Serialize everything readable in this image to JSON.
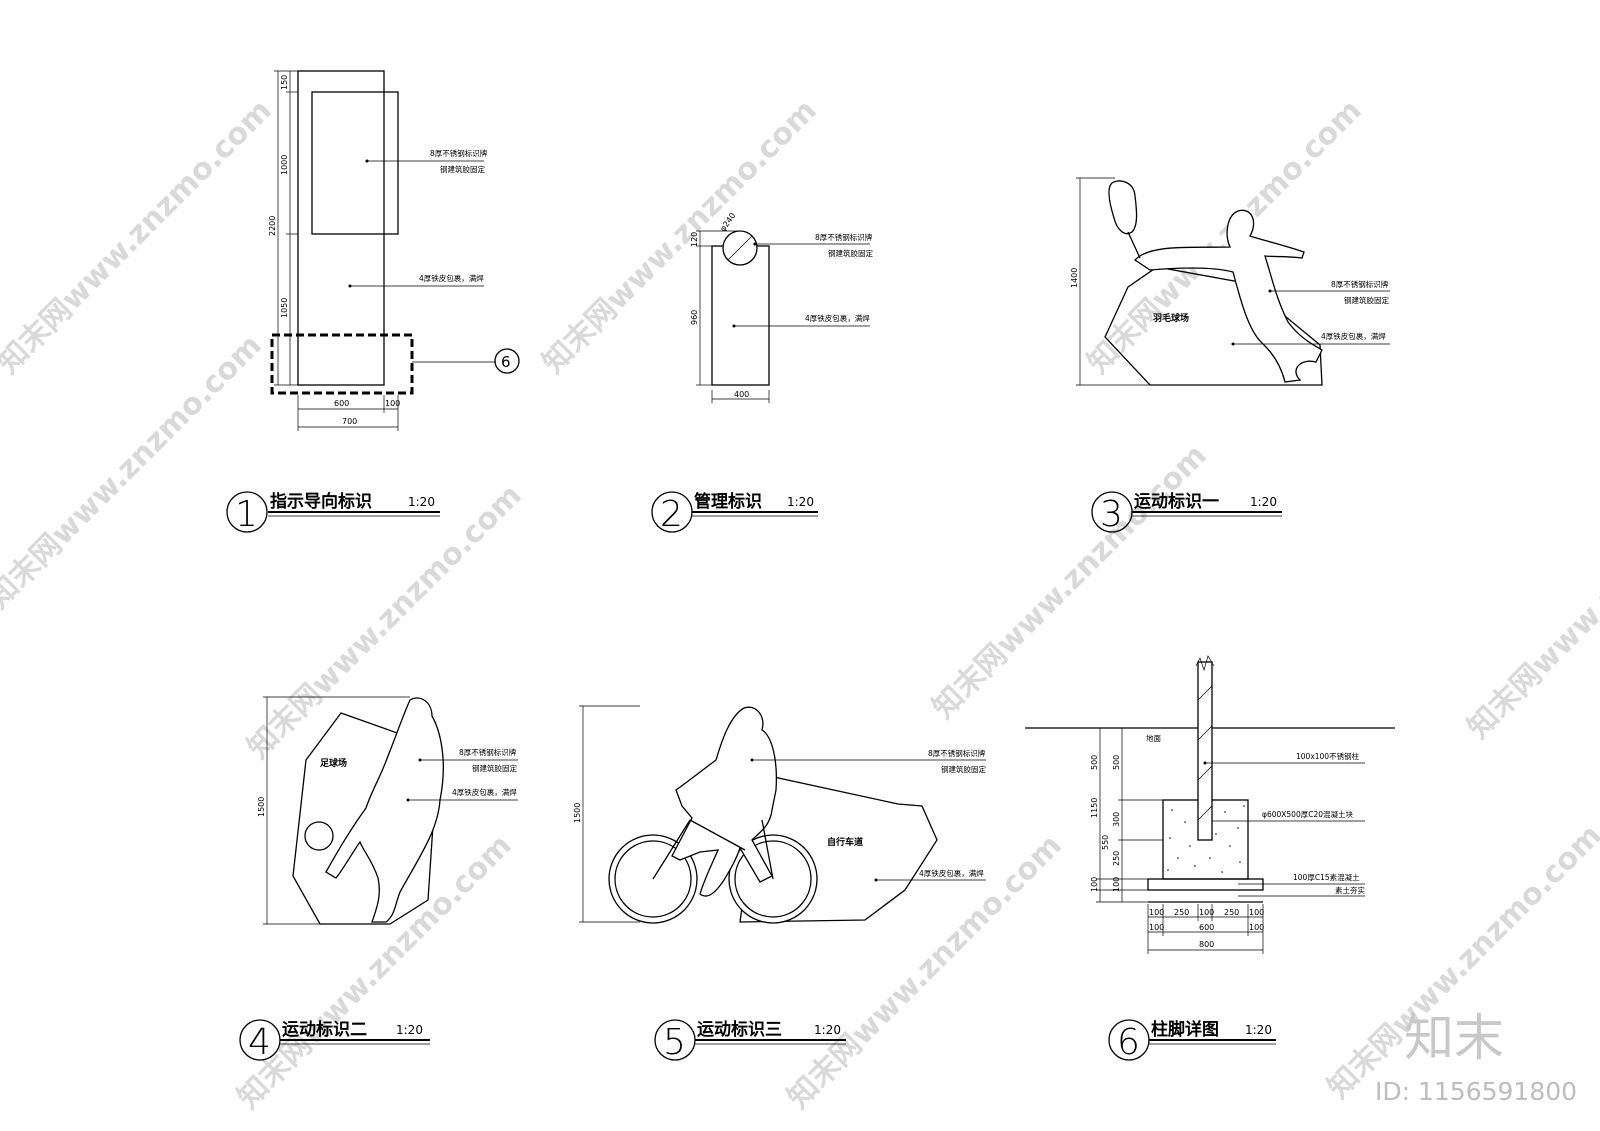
{
  "watermark": {
    "text": "知末网www.znzmo.com",
    "brand": "知末",
    "id_text": "ID: 1156591800"
  },
  "drawings": [
    {
      "number": "1",
      "title": "指示导向标识",
      "scale": "1:20",
      "notes": [
        "8厚不锈钢标识牌",
        "钢建筑胶固定",
        "4厚铁皮包裹，满焊"
      ],
      "dims": [
        "150",
        "1000",
        "2200",
        "1050",
        "600",
        "100",
        "700"
      ],
      "detail_ref": "6"
    },
    {
      "number": "2",
      "title": "管理标识",
      "scale": "1:20",
      "notes": [
        "8厚不锈钢标识牌",
        "钢建筑胶固定",
        "4厚铁皮包裹，满焊"
      ],
      "dims": [
        "φ240",
        "120",
        "960",
        "400"
      ]
    },
    {
      "number": "3",
      "title": "运动标识一",
      "scale": "1:20",
      "label": "羽毛球场",
      "notes": [
        "8厚不锈钢标识牌",
        "钢建筑胶固定",
        "4厚铁皮包裹，满焊"
      ],
      "dims": [
        "1400"
      ]
    },
    {
      "number": "4",
      "title": "运动标识二",
      "scale": "1:20",
      "label": "足球场",
      "notes": [
        "8厚不锈钢标识牌",
        "钢建筑胶固定",
        "4厚铁皮包裹，满焊"
      ],
      "dims": [
        "1500"
      ]
    },
    {
      "number": "5",
      "title": "运动标识三",
      "scale": "1:20",
      "label": "自行车道",
      "notes": [
        "8厚不锈钢标识牌",
        "钢建筑胶固定",
        "4厚铁皮包裹，满焊"
      ],
      "dims": [
        "1500"
      ]
    },
    {
      "number": "6",
      "title": "柱脚详图",
      "scale": "1:20",
      "label": "地面",
      "notes": [
        "100x100不锈钢柱",
        "φ600X500厚C20混凝土块",
        "100厚C15素混凝土",
        "素土夯实"
      ],
      "dims_left": [
        "1150",
        "500",
        "550",
        "100"
      ],
      "dims_mid": [
        "500",
        "300",
        "250",
        "100"
      ],
      "dims_bottom1": [
        "100",
        "250",
        "100",
        "250",
        "100"
      ],
      "dims_bottom2": [
        "100",
        "600",
        "100"
      ],
      "dims_bottom3": "800"
    }
  ]
}
